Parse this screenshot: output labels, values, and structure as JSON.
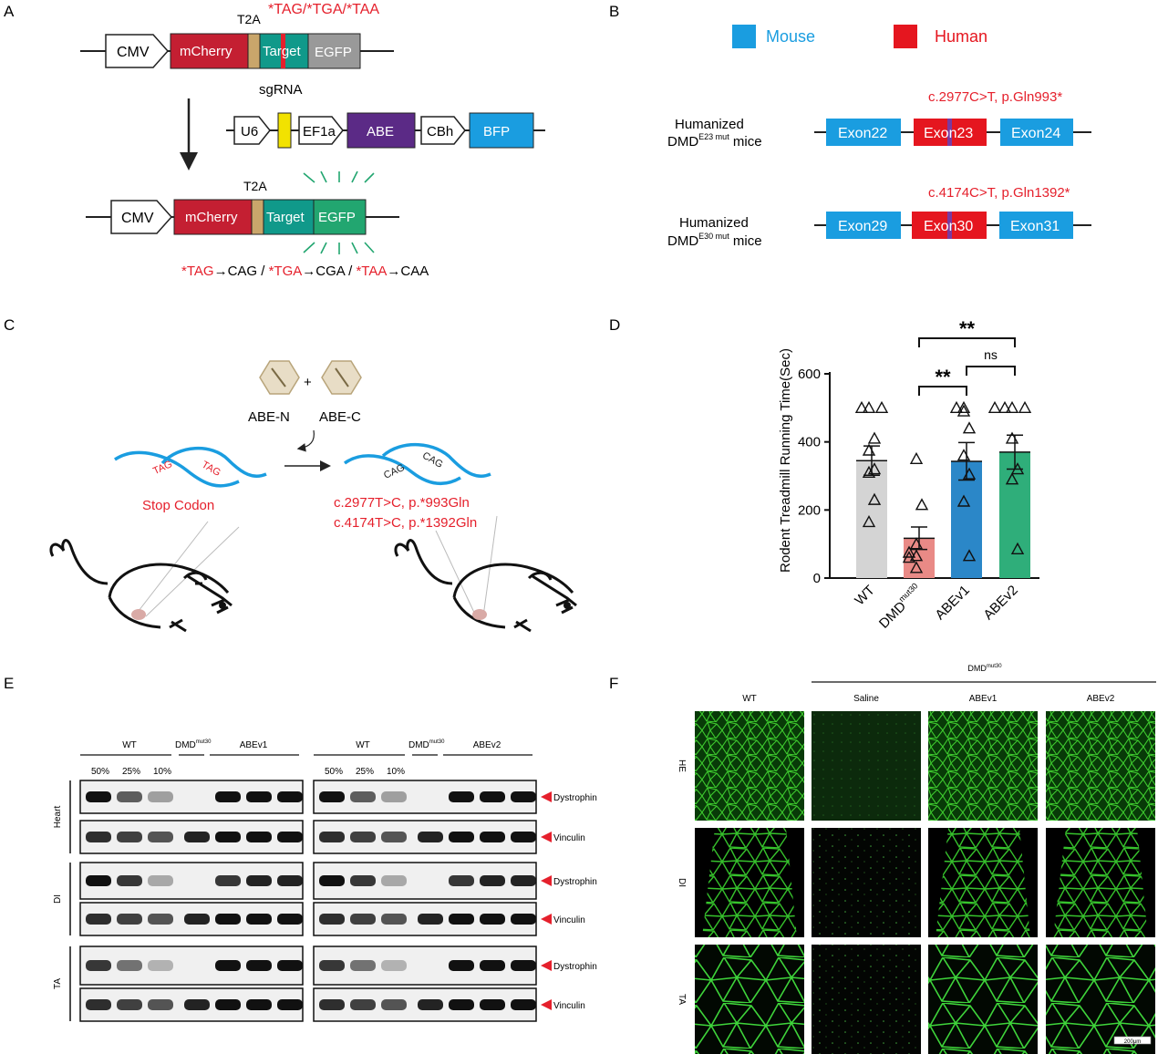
{
  "colors": {
    "red": "#e5202c",
    "mouse_blue": "#1a9de0",
    "human_red": "#e5161f",
    "mcherry": "#c41f32",
    "t2a_tan": "#c9a66b",
    "target_teal": "#10998a",
    "egfp_gray": "#999999",
    "egfp_green": "#22a670",
    "abe_purple": "#5b2a86",
    "bfp_blue": "#1a9de0",
    "sgrna_yellow": "#f2e200",
    "bar_wt": "#d4d4d4",
    "bar_dmd": "#e98a86",
    "bar_abev1": "#2b87c8",
    "bar_abev2": "#2fae7a",
    "green_stain": "#39d13a"
  },
  "panels": {
    "a": "A",
    "b": "B",
    "c": "C",
    "d": "D",
    "e": "E",
    "f": "F"
  },
  "panelA": {
    "cmv": "CMV",
    "mcherry": "mCherry",
    "t2a": "T2A",
    "target": "Target",
    "egfp": "EGFP",
    "stop_codons": "*TAG/*TGA/*TAA",
    "sgrna": "sgRNA",
    "u6": "U6",
    "ef1a": "EF1a",
    "abe": "ABE",
    "cbh": "CBh",
    "bfp": "BFP",
    "conv": [
      {
        "stop": "*TAG",
        "arrow": "→CAG / "
      },
      {
        "stop": "*TGA",
        "arrow": "→CGA / "
      },
      {
        "stop": "*TAA",
        "arrow": "→CAA"
      }
    ]
  },
  "panelB": {
    "legend_mouse": "Mouse",
    "legend_human": "Human",
    "rows": [
      {
        "label1": "Humanized",
        "label2_pre": "DMD",
        "label2_sup": "E23 mut",
        "label2_post": " mice",
        "mutation": "c.2977C>T, p.Gln993*",
        "exons": [
          "Exon22",
          "Exon23",
          "Exon24"
        ]
      },
      {
        "label1": "Humanized",
        "label2_pre": "DMD",
        "label2_sup": "E30 mut",
        "label2_post": " mice",
        "mutation": "c.4174C>T, p.Gln1392*",
        "exons": [
          "Exon29",
          "Exon30",
          "Exon31"
        ]
      }
    ]
  },
  "panelC": {
    "plus": "+",
    "abe_n": "ABE-N",
    "abe_c": "ABE-C",
    "tag": "TAG",
    "cag": "CAG",
    "stop_codon": "Stop Codon",
    "edit1": "c.2977T>C, p.*993Gln",
    "edit2": "c.4174T>C, p.*1392Gln"
  },
  "chart_data": {
    "type": "bar",
    "ylabel": "Rodent Treadmill Running Time(Sec)",
    "xlabel": "",
    "ylim": [
      0,
      600
    ],
    "yticks": [
      "0",
      "200",
      "400",
      "600"
    ],
    "categories": [
      "WT",
      "DMD",
      "ABEv1",
      "ABEv2"
    ],
    "category_sup": [
      "",
      "mut30",
      "",
      ""
    ],
    "means": [
      345,
      117,
      343,
      370
    ],
    "sem": [
      43,
      33,
      55,
      50
    ],
    "points": [
      [
        500,
        500,
        500,
        410,
        375,
        320,
        310,
        230,
        165
      ],
      [
        350,
        215,
        100,
        75,
        65,
        60,
        30
      ],
      [
        500,
        500,
        490,
        440,
        360,
        305,
        225,
        65
      ],
      [
        500,
        500,
        500,
        500,
        410,
        320,
        290,
        85
      ]
    ],
    "significance": [
      {
        "from": 1,
        "to": 3,
        "label": "**"
      },
      {
        "from": 1,
        "to": 2,
        "label": "**"
      },
      {
        "from": 2,
        "to": 3,
        "label": "ns"
      }
    ]
  },
  "panelE": {
    "groups_left": {
      "wt": "WT",
      "dmd": "DMD",
      "dmd_sup": "mut30",
      "abe": "ABEv1"
    },
    "groups_right": {
      "wt": "WT",
      "dmd": "DMD",
      "dmd_sup": "mut30",
      "abe": "ABEv2"
    },
    "percents": [
      "50%",
      "25%",
      "10%"
    ],
    "tissues": [
      "Heart",
      "DI",
      "TA"
    ],
    "markers": [
      "Dystrophin",
      "Vinculin"
    ]
  },
  "panelF": {
    "top_label": "DMD",
    "top_sup": "mut30",
    "columns": [
      "WT",
      "Saline",
      "ABEv1",
      "ABEv2"
    ],
    "rows": [
      "HE",
      "DI",
      "TA"
    ],
    "scale": "200μm"
  }
}
